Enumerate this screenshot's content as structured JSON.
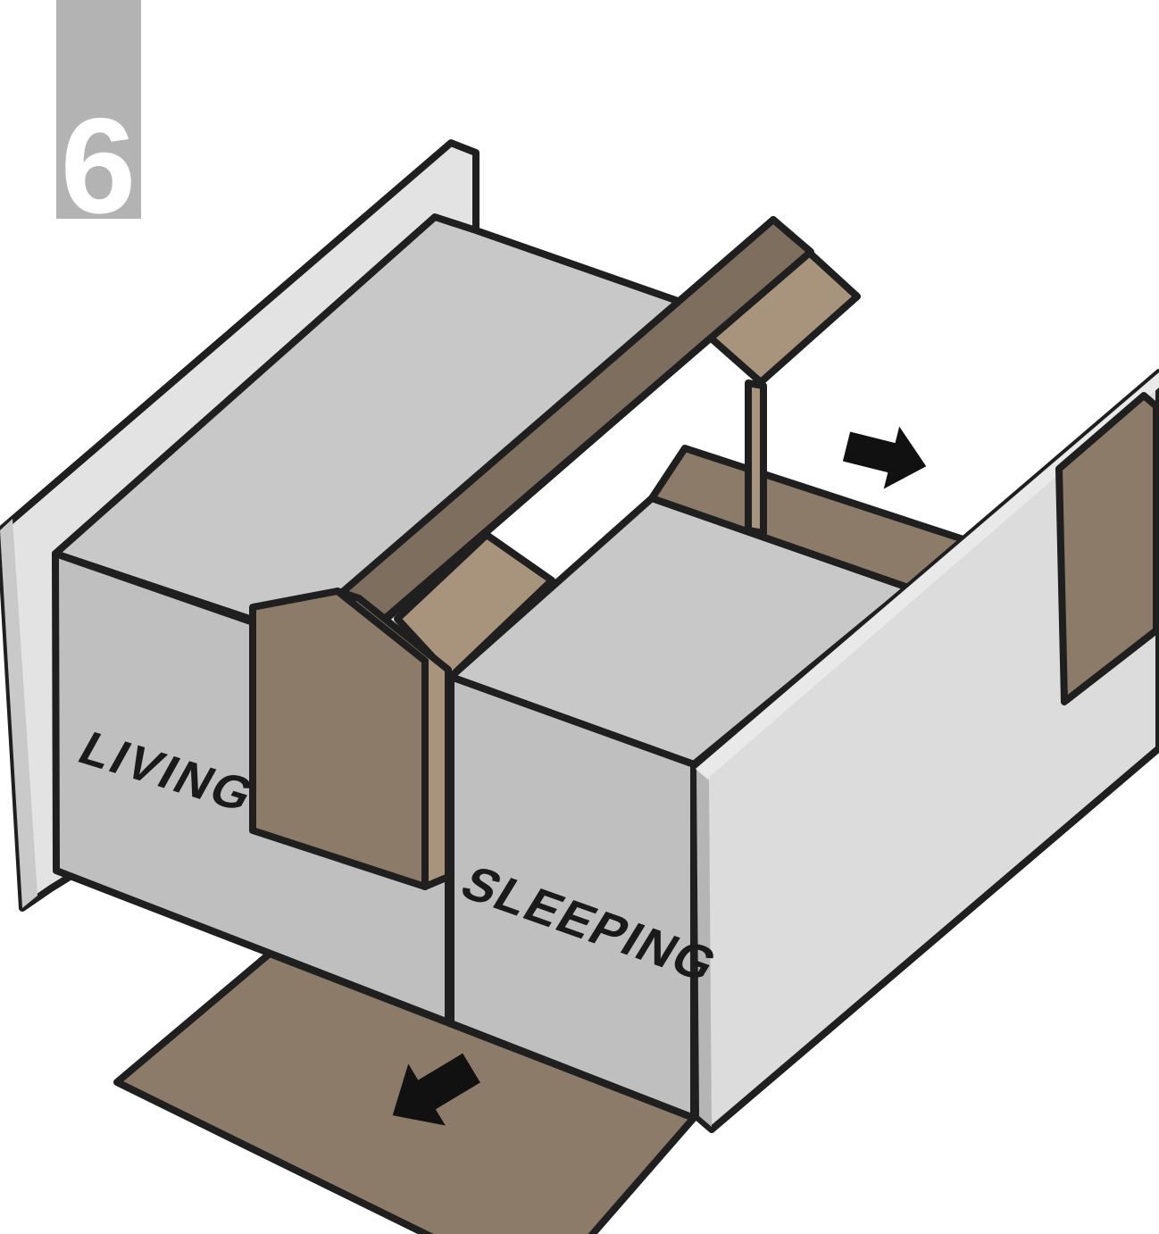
{
  "figure": {
    "step_number": "6",
    "labels": {
      "living_zone": "LIVING",
      "sleeping_zone": "SLEEPING"
    },
    "annotations": {
      "arrow_right_direction": "right",
      "arrow_down_left_direction": "down-left"
    },
    "colors": {
      "outline": "#1f1f1f",
      "wall_gray": "#bfbfbf",
      "roof_gray": "#c8c8c8",
      "slab_light": "#e3e3e3",
      "slab_edge": "#c9c9c9",
      "panel_light": "#dcdcdc",
      "panel_edge_light": "#e9e9e9",
      "panel_edge_dark": "#b5b5b5",
      "brown_dark": "#7d6e5e",
      "brown_mid": "#8b7b68",
      "brown_light": "#a8937d",
      "arrow_black": "#111111",
      "step_box": "#b3b3b3",
      "step_number_color": "#ffffff",
      "label_color": "#1a1a1a"
    }
  }
}
